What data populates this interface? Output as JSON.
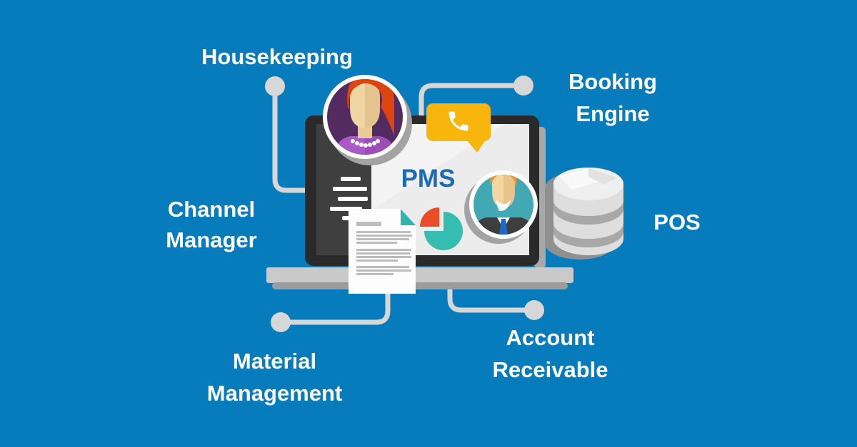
{
  "figure": {
    "pms_label": "PMS",
    "modules": {
      "housekeeping": "Housekeeping",
      "booking_engine": "Booking Engine",
      "channel_manager": "Channel Manager",
      "pos": "POS",
      "material_management": "Material Management",
      "account_receivable": "Account Receivable"
    }
  },
  "icons": {
    "housekeeping": "woman-avatar-icon",
    "booking_engine": "chat-phone-bubble-icon",
    "front_desk": "man-avatar-icon",
    "pos": "database-icon",
    "material_management": "document-icon",
    "analytics": "pie-chart-icon",
    "system": "laptop-icon",
    "connector": "connector-dot-icon"
  },
  "palette": {
    "background": "#077cbc",
    "label_text": "#ffffff",
    "pms_text": "#1a6db4",
    "connector": "#d7d7d7",
    "bubble_yellow": "#f8b60d",
    "pie_teal": "#36bdb2",
    "pie_orange": "#eb4e26",
    "doc_fold_teal": "#2fb4ae",
    "avatar_purple": "#542b61",
    "avatar_teal": "#42a9b4",
    "hair_red": "#de440f",
    "hair_orange": "#f2932c",
    "blouse_purple": "#aa5ac7",
    "suit_gray": "#3e3e3e",
    "tie_blue": "#1a6ac6",
    "laptop_dark": "#2a2a2a",
    "screen_light": "#ececec",
    "base_gray": "#c9c9c9"
  }
}
